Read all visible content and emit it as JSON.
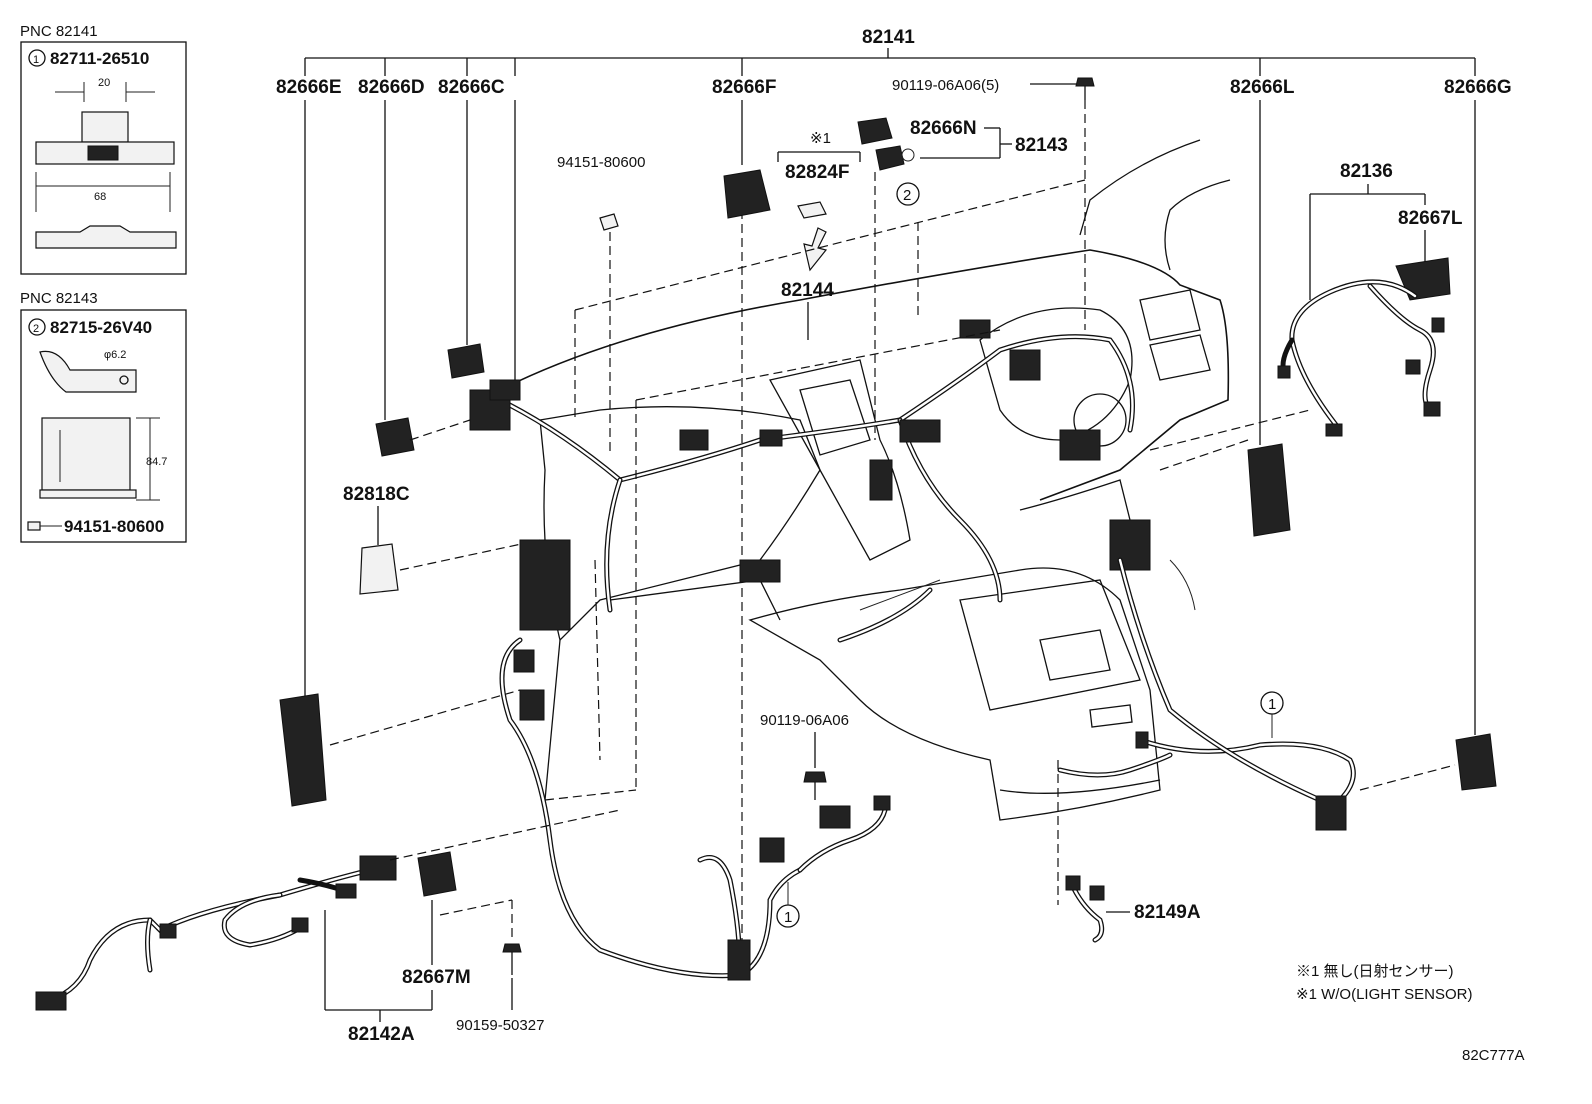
{
  "insets": {
    "a": {
      "pnc": "PNC 82141",
      "circle": "1",
      "part": "82711-26510",
      "dim1": "20",
      "dim2": "68"
    },
    "b": {
      "pnc": "PNC 82143",
      "circle": "2",
      "part": "82715-26V40",
      "dim1": "φ6.2",
      "dim2": "84.7",
      "clip": "94151-80600"
    }
  },
  "labels": {
    "p82141": "82141",
    "p82666E": "82666E",
    "p82666D": "82666D",
    "p82666C": "82666C",
    "p82666F": "82666F",
    "p90119a": "90119-06A06(5)",
    "p82666L": "82666L",
    "p82666G": "82666G",
    "p82666N": "82666N",
    "p82143": "82143",
    "note_mark": "※1",
    "p82824F": "82824F",
    "p94151": "94151-80600",
    "p82144": "82144",
    "p82136": "82136",
    "p82667L": "82667L",
    "p82818C": "82818C",
    "p90119b": "90119-06A06",
    "p82149A": "82149A",
    "p82667M": "82667M",
    "p82142A": "82142A",
    "p90159": "90159-50327",
    "circle1": "1",
    "circle2": "2"
  },
  "notes": {
    "jp": "※1 無し(日射センサー)",
    "en": "※1 W/O(LIGHT SENSOR)"
  },
  "figure_code": "82C777A"
}
